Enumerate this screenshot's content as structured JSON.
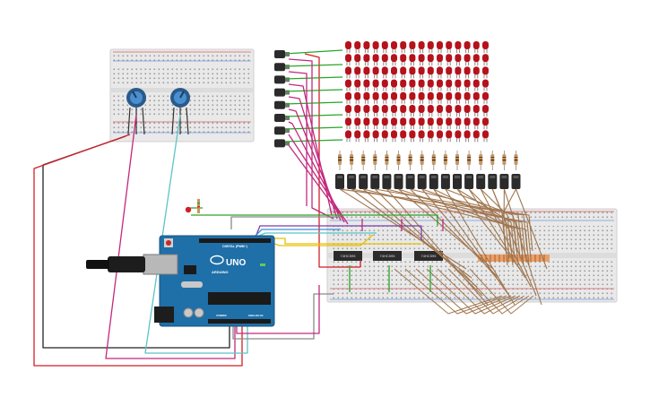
{
  "board": {
    "model_label": "UNO",
    "brand_label": "ARDUINO",
    "header_digital_label": "DIGITAL (PWM~)",
    "header_power_label": "POWER",
    "header_analog_label": "ANALOG IN"
  },
  "shift_registers": [
    {
      "label": "74HC595"
    },
    {
      "label": "74HC595"
    },
    {
      "label": "74HC595"
    }
  ],
  "led_matrix": {
    "rows": 8,
    "cols": 16,
    "color": "#b5121b"
  },
  "transistor_columns": 16,
  "transistor_rows": 8,
  "colors": {
    "board_blue": "#1f6fa8",
    "breadboard": "#e9e9e9",
    "wire_brown": "#a0764f",
    "wire_red": "#d21f26",
    "wire_black": "#222222",
    "wire_green": "#2aa52a",
    "wire_magenta": "#c2287e",
    "wire_cyan": "#5cc4c8",
    "wire_yellow": "#e6c000",
    "wire_gray": "#8a8a8a",
    "wire_purple": "#7a3ea8"
  }
}
